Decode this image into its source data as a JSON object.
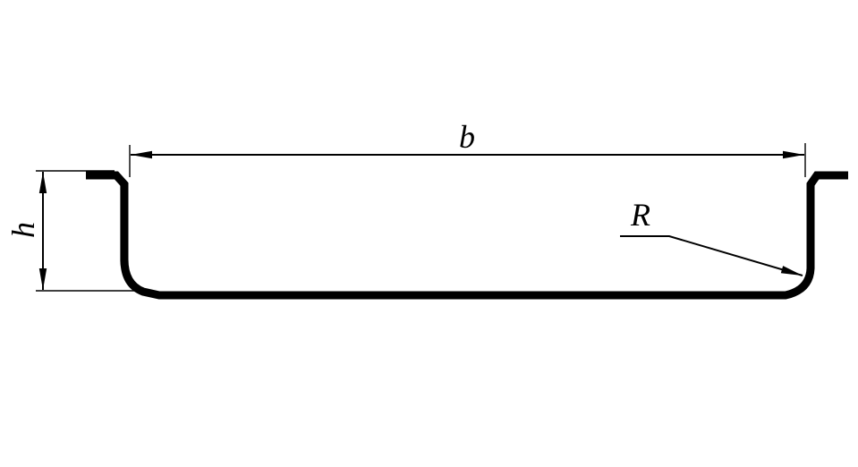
{
  "labels": {
    "width": "b",
    "height": "h",
    "radius": "R"
  },
  "colors": {
    "stroke": "#000000",
    "background": "#ffffff"
  }
}
